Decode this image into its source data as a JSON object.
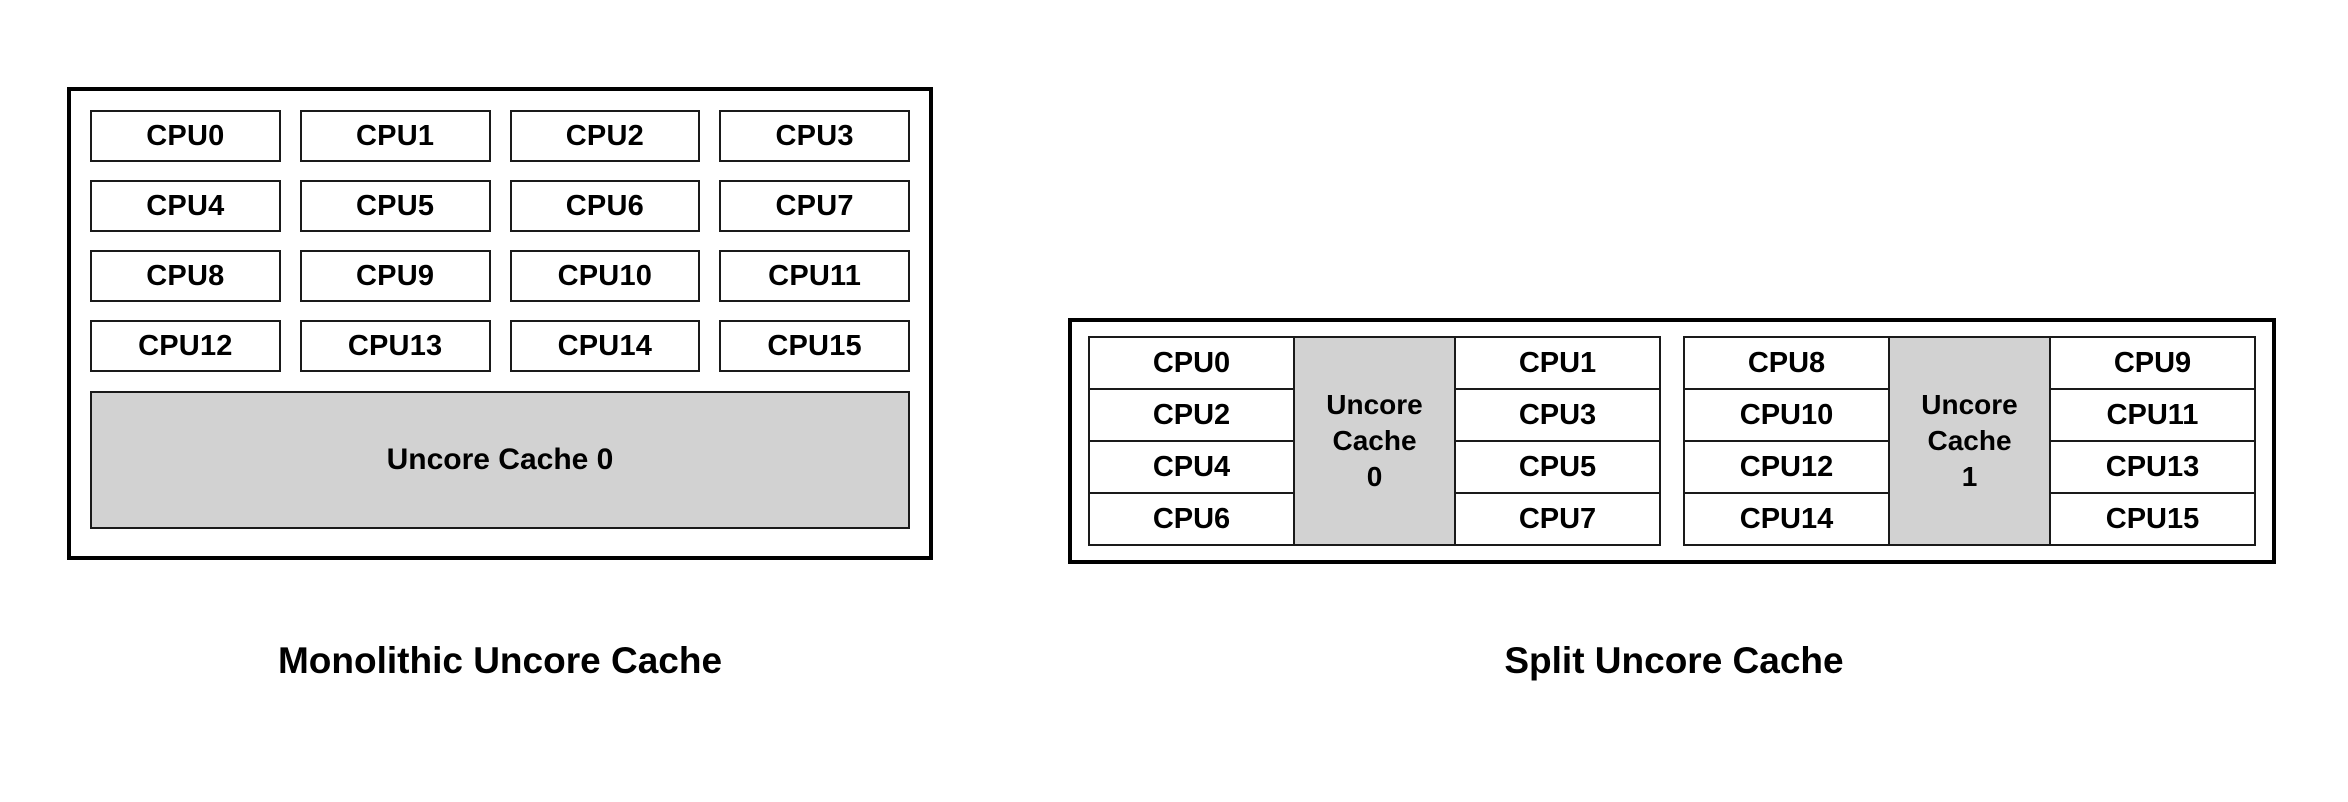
{
  "figures": {
    "monolithic": {
      "caption": "Monolithic Uncore Cache",
      "cpu_rows": [
        [
          "CPU0",
          "CPU1",
          "CPU2",
          "CPU3"
        ],
        [
          "CPU4",
          "CPU5",
          "CPU6",
          "CPU7"
        ],
        [
          "CPU8",
          "CPU9",
          "CPU10",
          "CPU11"
        ],
        [
          "CPU12",
          "CPU13",
          "CPU14",
          "CPU15"
        ]
      ],
      "cache_label": "Uncore Cache 0"
    },
    "split": {
      "caption": "Split Uncore Cache",
      "groups": [
        {
          "left_column": [
            "CPU0",
            "CPU2",
            "CPU4",
            "CPU6"
          ],
          "cache_lines": [
            "Uncore",
            "Cache",
            "0"
          ],
          "right_column": [
            "CPU1",
            "CPU3",
            "CPU5",
            "CPU7"
          ]
        },
        {
          "left_column": [
            "CPU8",
            "CPU10",
            "CPU12",
            "CPU14"
          ],
          "cache_lines": [
            "Uncore",
            "Cache",
            "1"
          ],
          "right_column": [
            "CPU9",
            "CPU11",
            "CPU13",
            "CPU15"
          ]
        }
      ]
    }
  },
  "colors": {
    "cache_fill": "#d2d2d2",
    "outline": "#000000",
    "cell_outline": "#1a1a1a",
    "background": "#ffffff",
    "text": "#000000"
  }
}
